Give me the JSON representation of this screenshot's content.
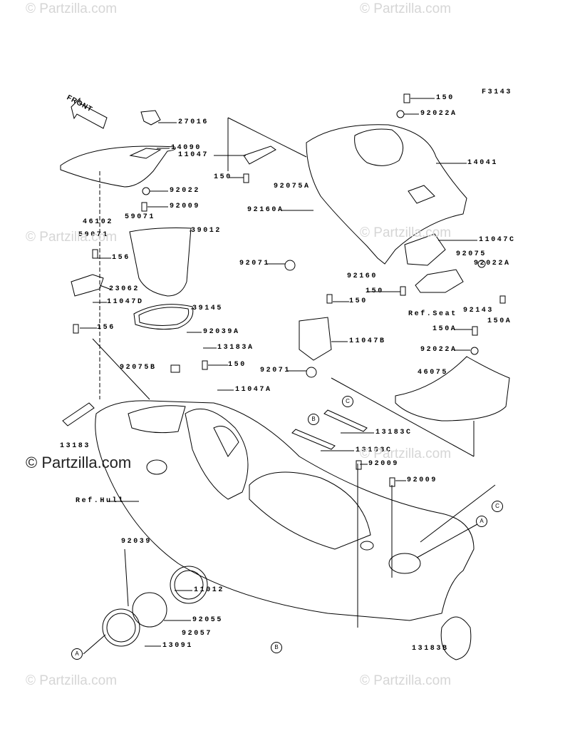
{
  "diagram_code": "F3143",
  "front_label": "FRONT",
  "watermark": "© Partzilla.com",
  "callouts": [
    "27016",
    "14090",
    "92022",
    "92009",
    "46102",
    "59071",
    "59071",
    "39012",
    "156",
    "23062",
    "11047D",
    "39145",
    "156",
    "92039A",
    "13183A",
    "150",
    "92075B",
    "11047A",
    "13183",
    "Ref.Hull",
    "92039",
    "11012",
    "92055",
    "92057",
    "13091",
    "150",
    "92022A",
    "14041",
    "11047",
    "150",
    "92075A",
    "92160A",
    "11047C",
    "92075",
    "92071",
    "92022A",
    "92160",
    "150",
    "150",
    "92143",
    "Ref.Seat",
    "150A",
    "150A",
    "11047B",
    "92022A",
    "92071",
    "46075",
    "13183C",
    "13183C",
    "92009",
    "92009",
    "13183B"
  ],
  "reference_markers": [
    "A",
    "B",
    "C",
    "B",
    "C",
    "A"
  ]
}
